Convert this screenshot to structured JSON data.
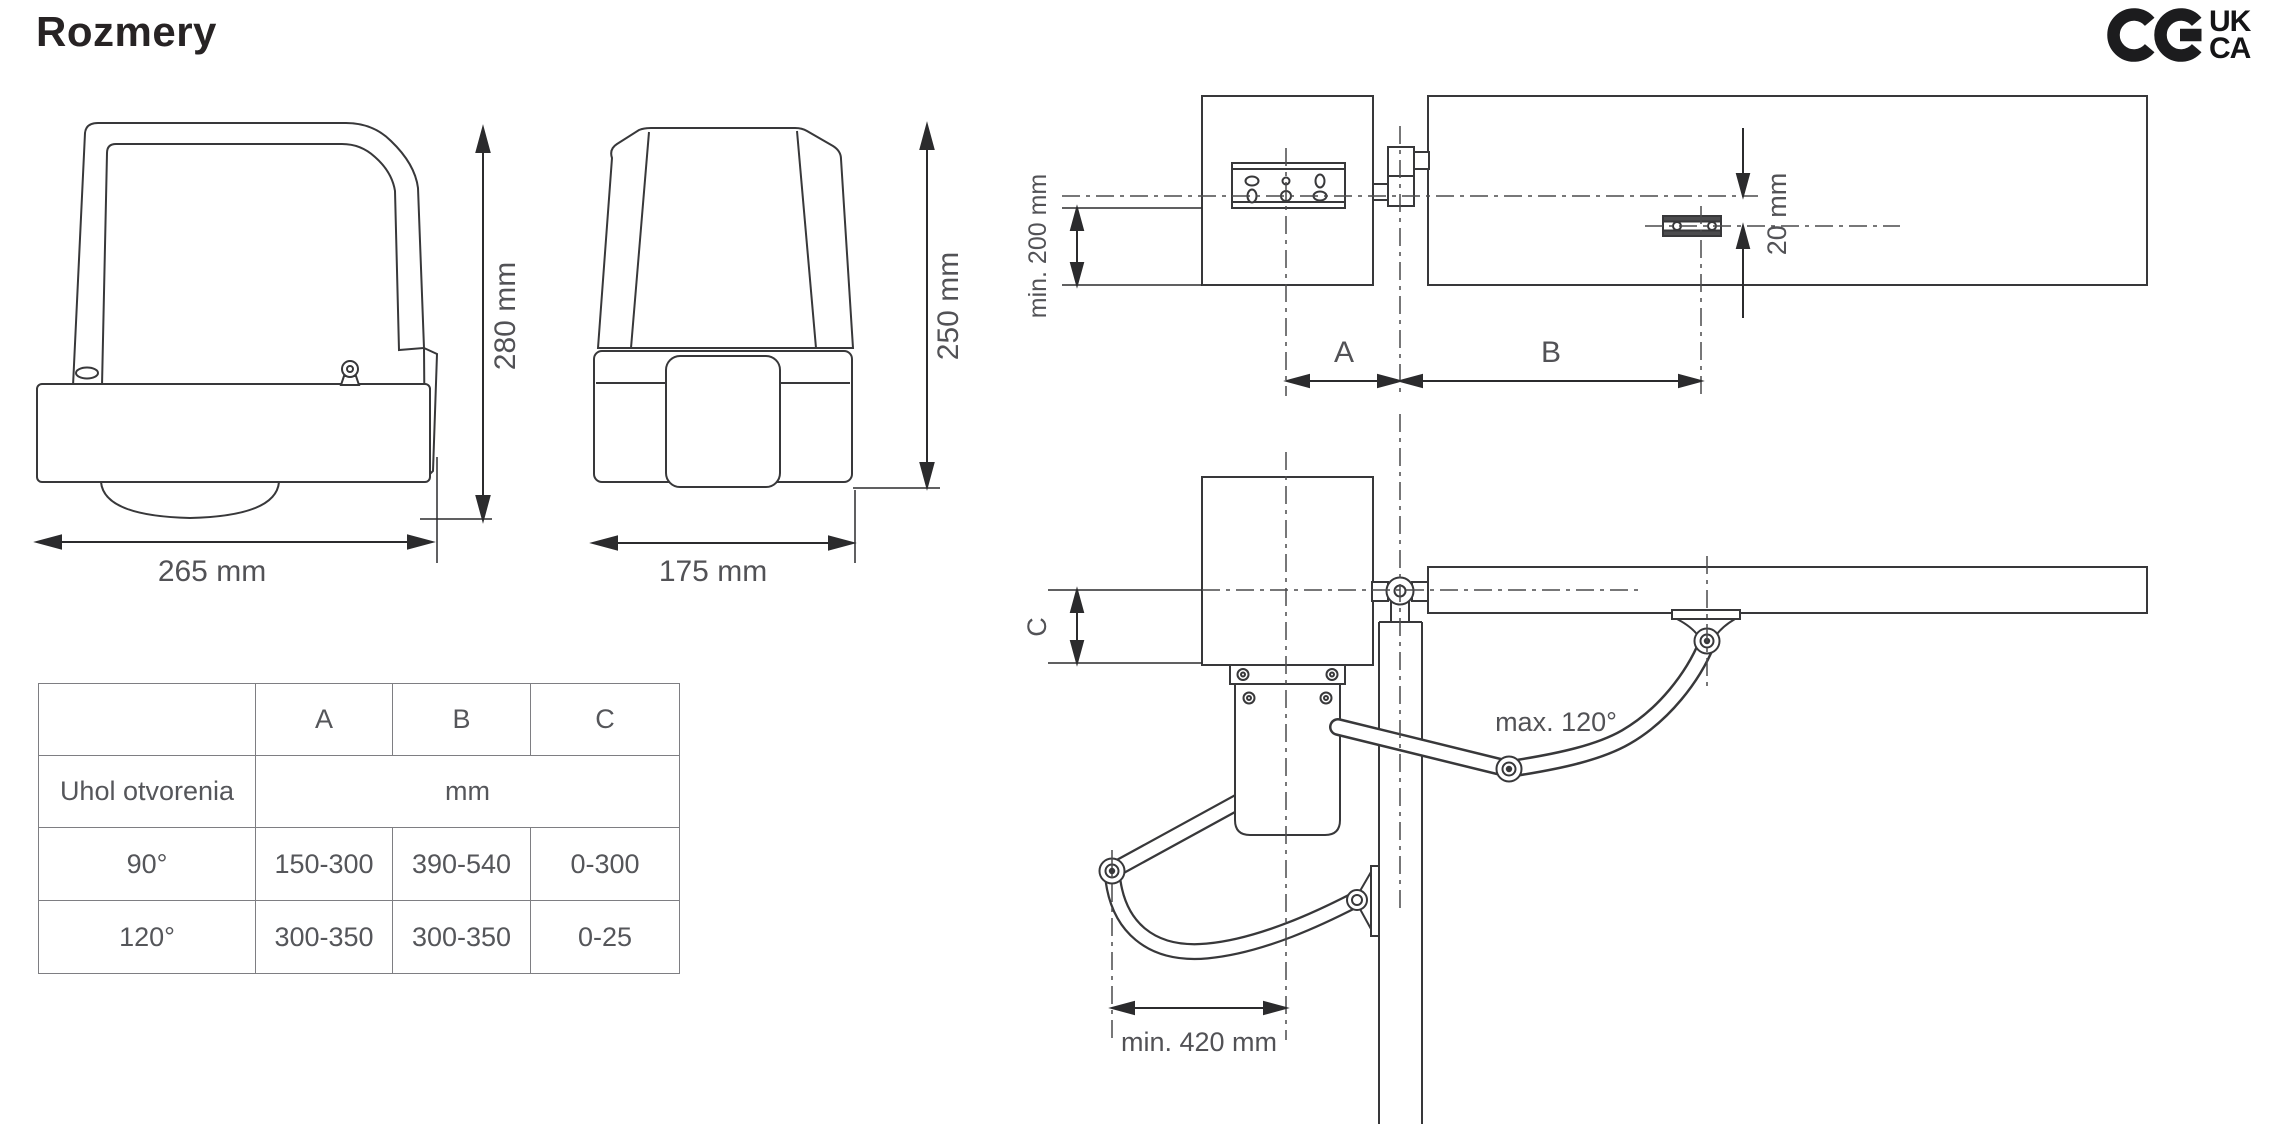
{
  "title": "Rozmery",
  "marks": {
    "ce": "CE",
    "ukca_line1": "UK",
    "ukca_line2": "CA"
  },
  "side_view": {
    "width_label": "265 mm",
    "height_label": "280 mm"
  },
  "front_view": {
    "width_label": "175 mm",
    "height_label": "250 mm"
  },
  "spec_table": {
    "col_headers": [
      "A",
      "B",
      "C"
    ],
    "row_header": "Uhol otvorenia",
    "unit": "mm",
    "rows": [
      {
        "angle": "90°",
        "a": "150-300",
        "b": "390-540",
        "c": "0-300"
      },
      {
        "angle": "120°",
        "a": "300-350",
        "b": "300-350",
        "c": "0-25"
      }
    ]
  },
  "installation": {
    "wall_offset_label": "min. 200 mm",
    "gate_bracket_offset_label": "20 mm",
    "dim_a_label": "A",
    "dim_b_label": "B",
    "dim_c_label": "C",
    "max_opening_label": "max. 120°",
    "arm_clearance_label": "min. 420 mm"
  }
}
